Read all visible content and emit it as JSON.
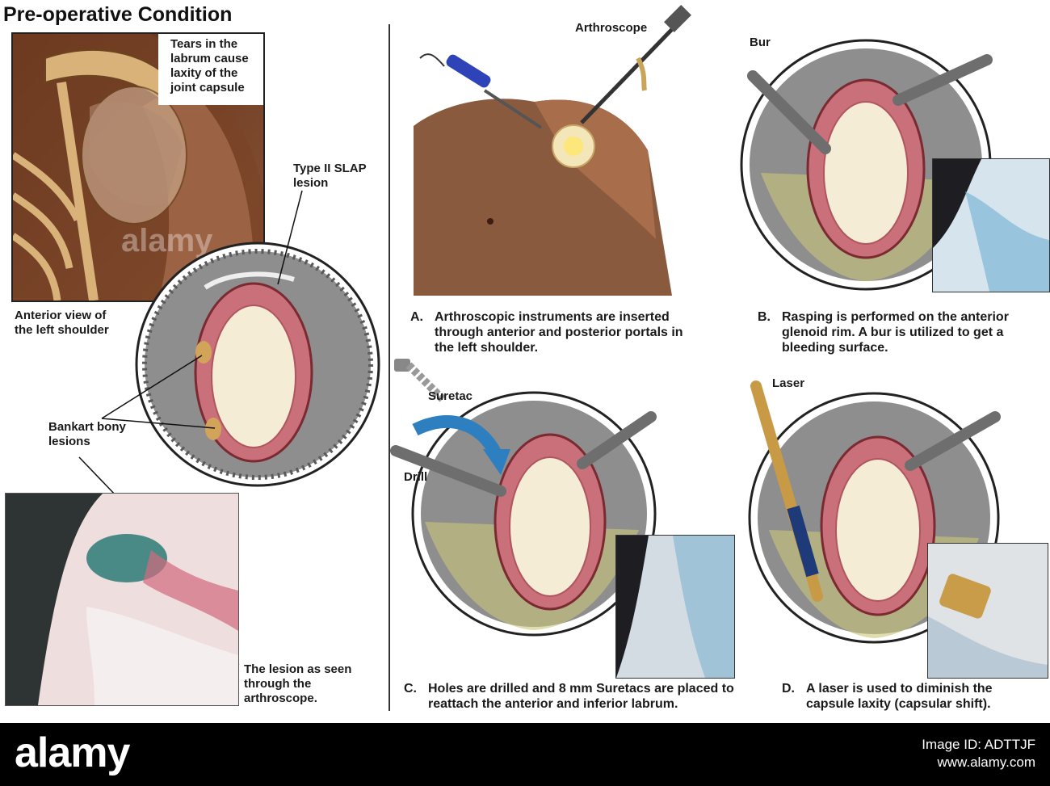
{
  "header": {
    "title": "Pre-operative Condition"
  },
  "preop": {
    "tears_note": "Tears in the labrum cause laxity of the joint capsule",
    "slap": "Type II SLAP lesion",
    "view_note": "Anterior view of the left shoulder",
    "bankart": "Bankart bony lesions",
    "scope_note": "The lesion as seen through the arthroscope."
  },
  "panels": {
    "a": {
      "instrument": "Arthroscope",
      "letter": "A.",
      "caption": "Arthroscopic instruments are inserted through anterior and posterior portals in the left shoulder."
    },
    "b": {
      "instrument": "Bur",
      "letter": "B.",
      "caption": "Rasping is performed on the anterior glenoid rim. A bur is utilized to get a bleeding surface."
    },
    "c": {
      "instrument": "Suretac",
      "instrument2": "Drill",
      "letter": "C.",
      "caption": "Holes are drilled and 8 mm Suretacs are placed to reattach the anterior and inferior labrum."
    },
    "d": {
      "instrument": "Laser",
      "letter": "D.",
      "caption": "A laser is used to diminish the capsule laxity (capsular shift)."
    }
  },
  "watermark": {
    "text": "alamy"
  },
  "footer": {
    "logo": "alamy",
    "image_id": "Image ID: ADTTJF",
    "site": "www.alamy.com"
  },
  "colors": {
    "labrum": "#c9707a",
    "glenoid": "#f5ecd6",
    "capsule": "#7a7a7a",
    "skin": "#8a5a3e",
    "footer": "#000000"
  }
}
